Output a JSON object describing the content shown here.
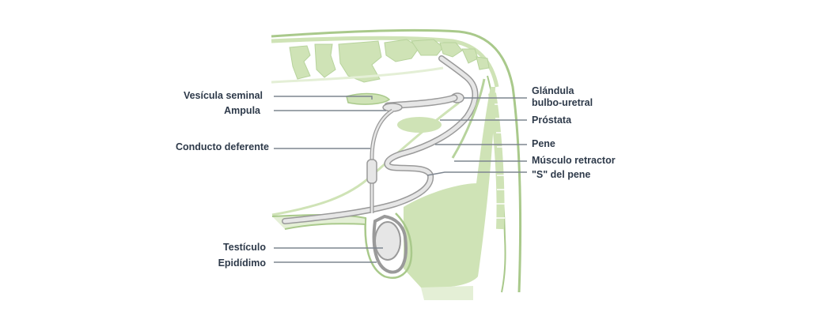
{
  "colors": {
    "body_fill": "#cfe3b6",
    "body_light": "#e4efd6",
    "outline": "#a9c98b",
    "organ_fill": "#e6e6e6",
    "organ_stroke": "#9a9a9a",
    "leader": "#7d858f",
    "text": "#2e3a4a"
  },
  "labels": {
    "left": {
      "vesicula_seminal": "Vesícula seminal",
      "ampula": "Ampula",
      "conducto_deferente": "Conducto deferente",
      "testiculo": "Testículo",
      "epididimo": "Epidídimo"
    },
    "right": {
      "glandula_line1": "Glándula",
      "glandula_line2": "bulbo-uretral",
      "prostata": "Próstata",
      "pene": "Pene",
      "musculo_retractor": "Músculo retractor",
      "s_del_pene": "\"S\" del pene"
    }
  }
}
